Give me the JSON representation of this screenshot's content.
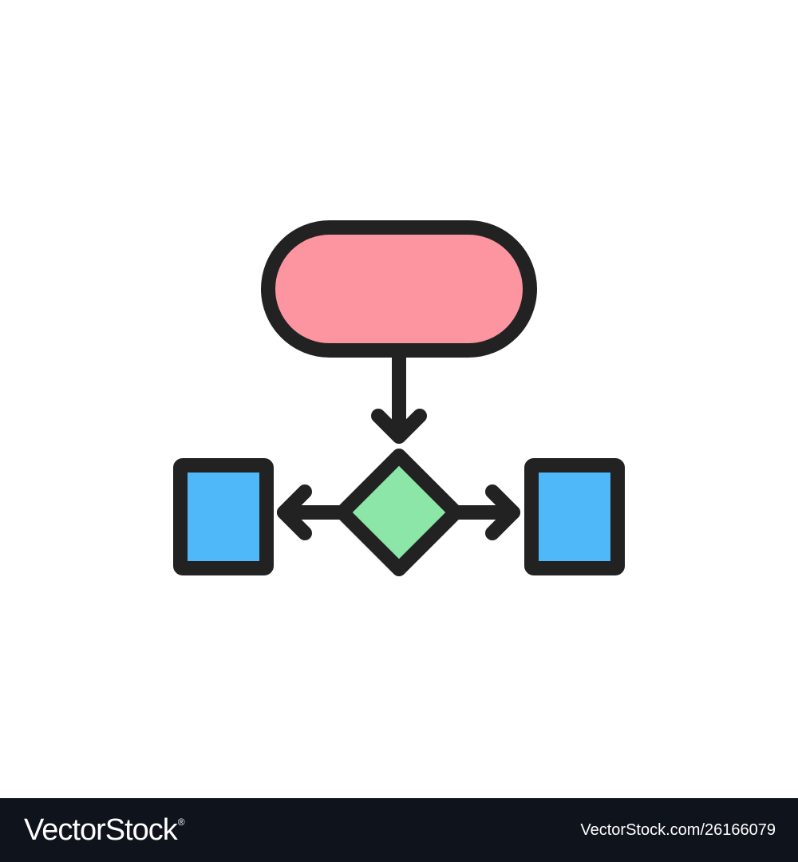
{
  "colors": {
    "background": "#ffffff",
    "stroke": "#222222",
    "terminator_fill": "#fd95a1",
    "decision_fill": "#8be6a7",
    "process_fill": "#4eb8f8",
    "footer_background": "#0f131b",
    "footer_text": "#ffffff"
  },
  "diagram": {
    "icon": "flowchart-icon",
    "nodes": [
      {
        "id": "start",
        "shape": "terminator",
        "color": "#fd95a1"
      },
      {
        "id": "decision",
        "shape": "diamond",
        "color": "#8be6a7"
      },
      {
        "id": "left-process",
        "shape": "rectangle",
        "color": "#4eb8f8"
      },
      {
        "id": "right-process",
        "shape": "rectangle",
        "color": "#4eb8f8"
      }
    ],
    "edges": [
      {
        "from": "start",
        "to": "decision"
      },
      {
        "from": "decision",
        "to": "left-process"
      },
      {
        "from": "decision",
        "to": "right-process"
      }
    ]
  },
  "watermark": {
    "logo_text": "VectorStock",
    "logo_mark": "®",
    "image_id": "VectorStock.com/26166079"
  }
}
